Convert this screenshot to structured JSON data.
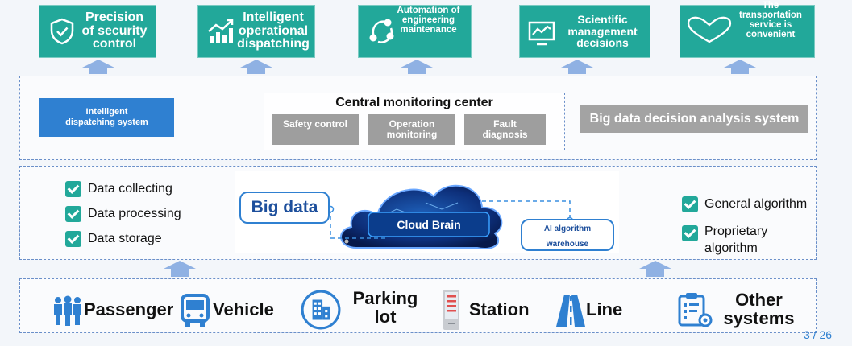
{
  "top_boxes": [
    {
      "label": "Precision of security control",
      "icon": "shield-check-icon"
    },
    {
      "label": "Intelligent operational dispatching",
      "icon": "bar-chart-growth-icon"
    },
    {
      "label": "Automation of engineering maintenance",
      "icon": "network-nodes-icon"
    },
    {
      "label": "Scientific management decisions",
      "icon": "monitor-chart-icon"
    },
    {
      "label": "The transportation service is convenient",
      "icon": "heart-icon"
    }
  ],
  "middle": {
    "dispatch": "Intelligent dispatching system",
    "center_title": "Central monitoring center",
    "center_items": [
      "Safety control",
      "Operation monitoring",
      "Fault diagnosis"
    ],
    "big_data_system": "Big data decision analysis system"
  },
  "data_layer": {
    "left_checks": [
      "Data collecting",
      "Data processing",
      "Data storage"
    ],
    "right_checks": [
      "General algorithm",
      "Proprietary algorithm"
    ],
    "big_data": "Big data",
    "cloud": "Cloud Brain",
    "ai_line1": "AI algorithm",
    "ai_line2": "warehouse"
  },
  "bottom": {
    "passenger": "Passenger",
    "vehicle": "Vehicle",
    "parking": "Parking lot",
    "station": "Station",
    "line": "Line",
    "other": "Other systems"
  },
  "page_number": "3 / 26",
  "colors": {
    "teal": "#22a89a",
    "blue": "#2f80d1",
    "gray": "#9e9e9e",
    "arrow": "#8fb1e3"
  }
}
